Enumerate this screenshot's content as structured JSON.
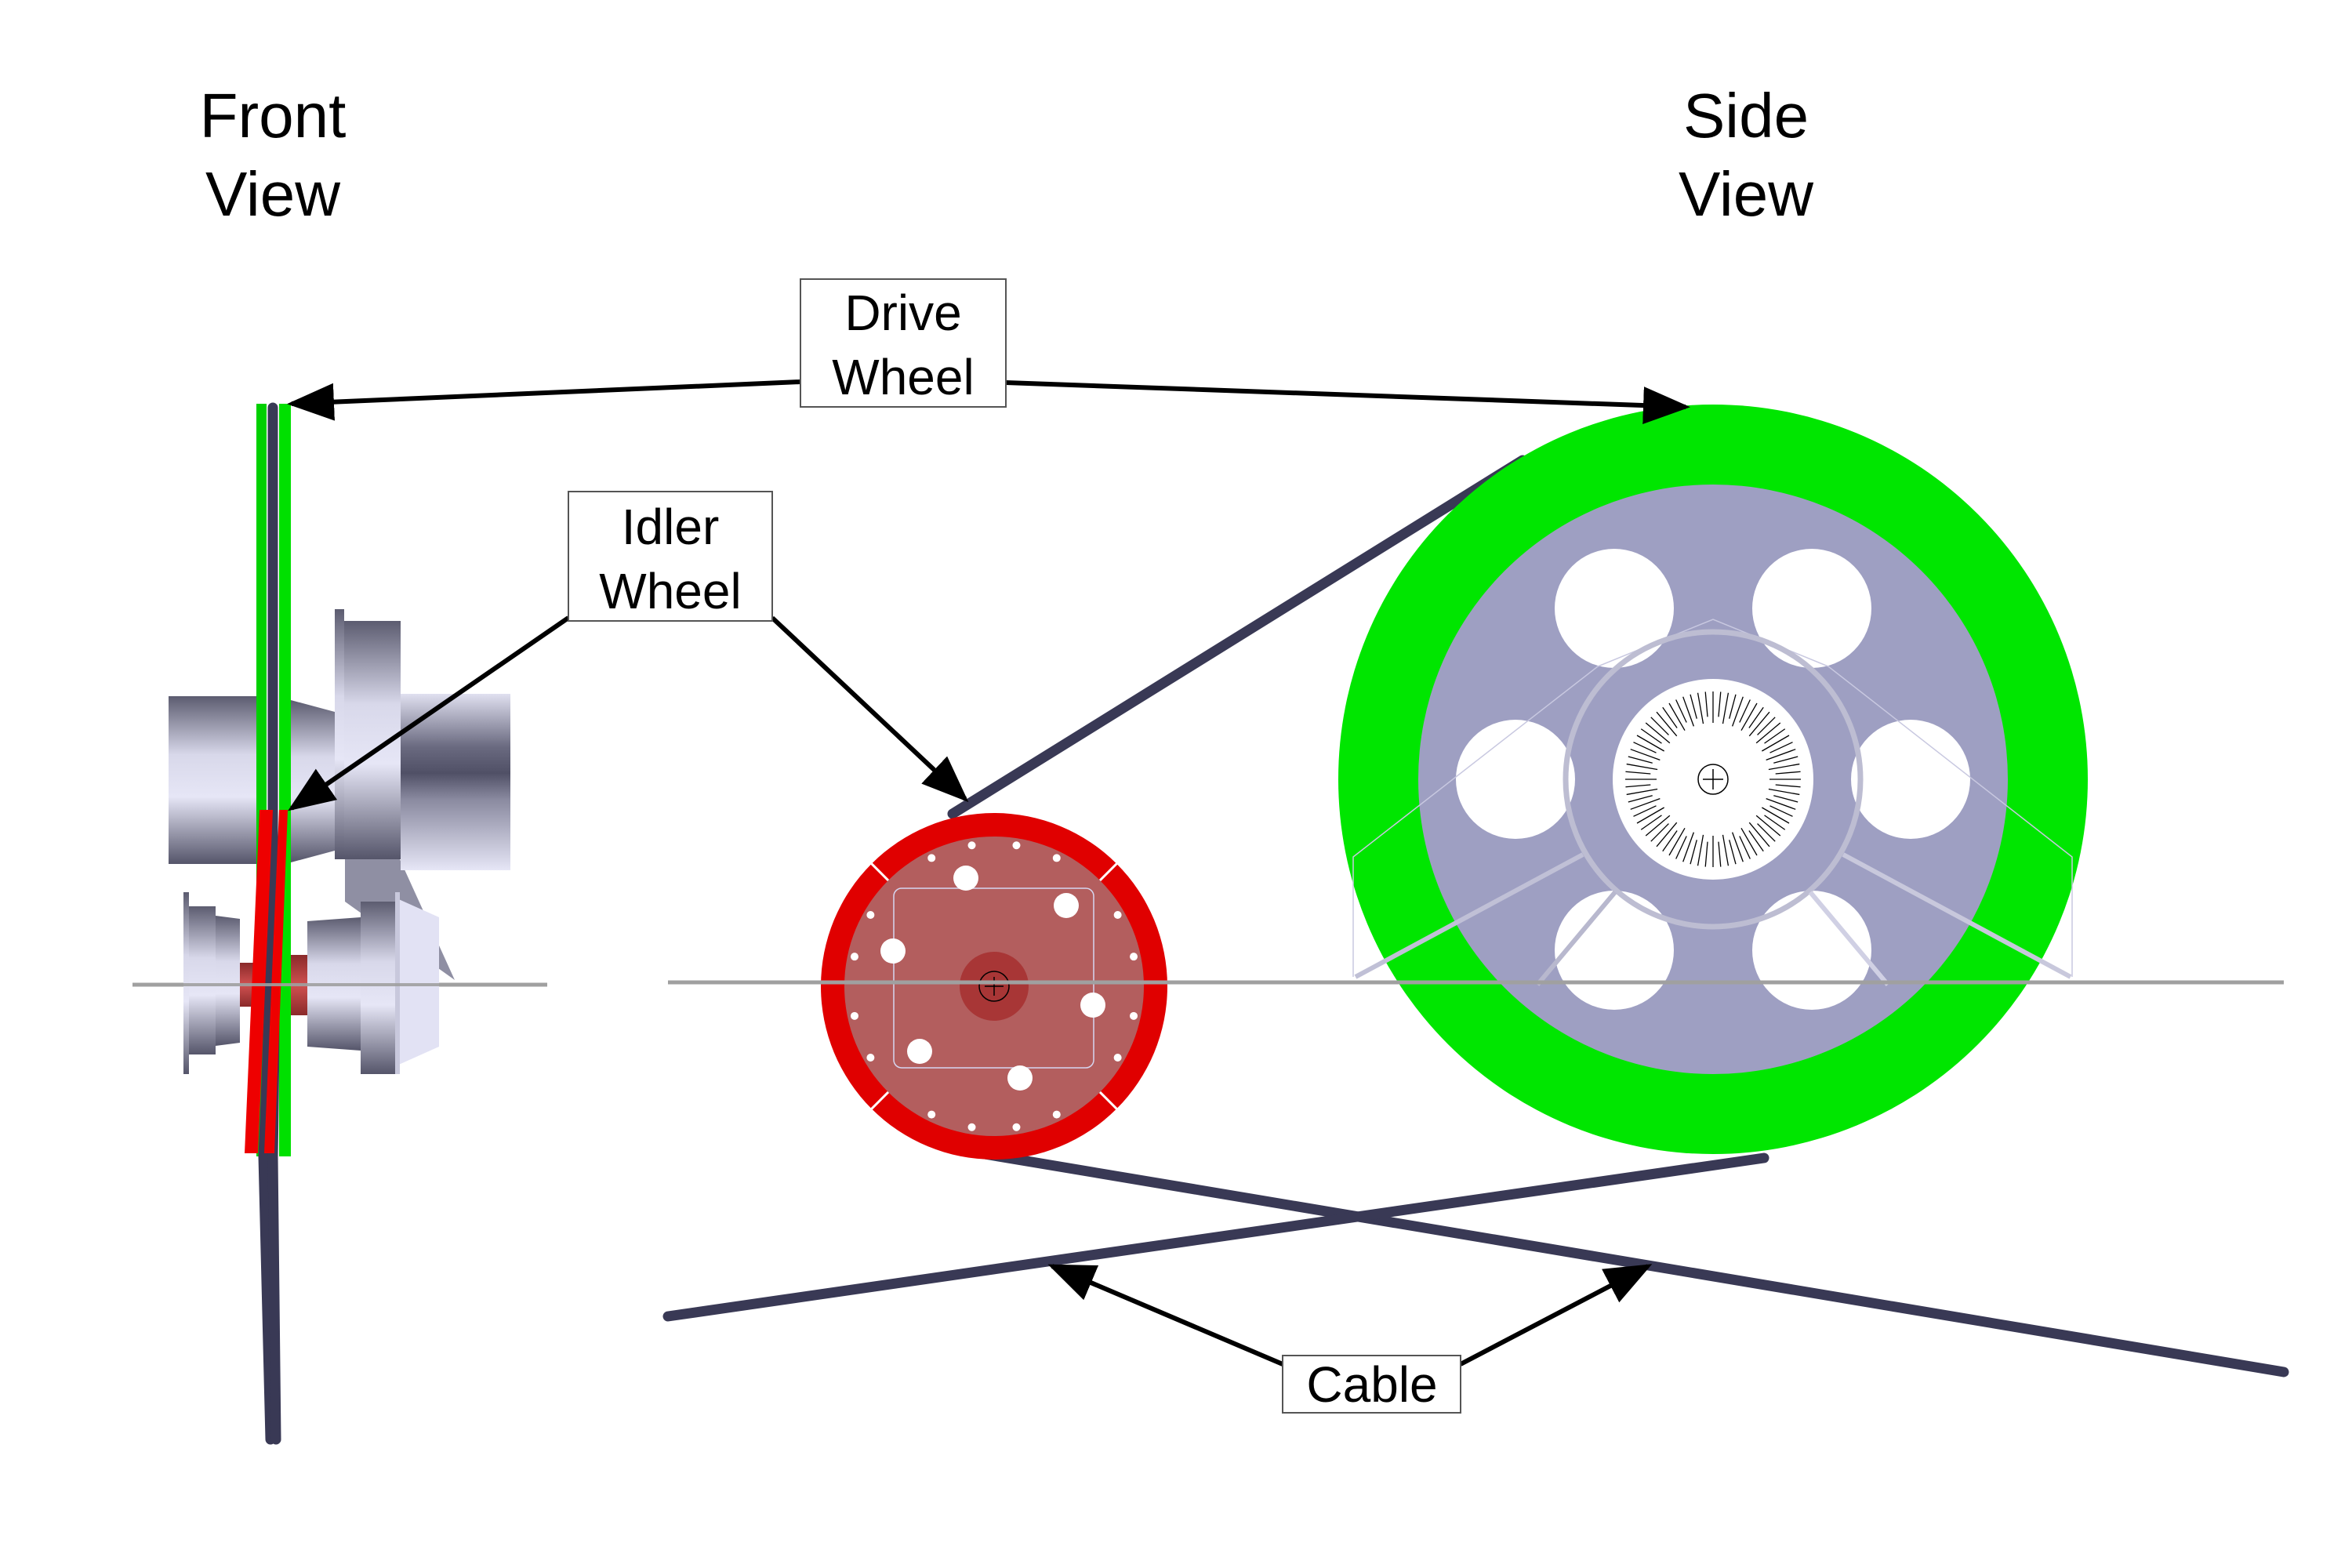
{
  "titles": {
    "front_line1": "Front",
    "front_line2": "View",
    "side_line1": "Side",
    "side_line2": "View"
  },
  "labels": {
    "drive_line1": "Drive",
    "drive_line2": "Wheel",
    "idler_line1": "Idler",
    "idler_line2": "Wheel",
    "cable": "Cable"
  },
  "colors": {
    "drive_wheel": "#00e600",
    "drive_hub": "#9e9fc2",
    "idler_rim": "#e00000",
    "idler_disk": "#b35e5e",
    "cable": "#393955",
    "axis": "#a0a0a0"
  }
}
